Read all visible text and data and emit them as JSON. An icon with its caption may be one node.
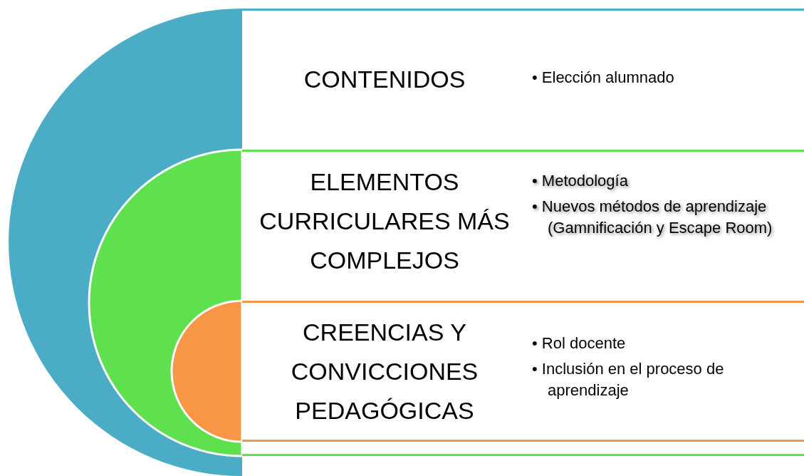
{
  "diagram": {
    "nodes": [
      {
        "text": [
          "CONTENIDOS",
          "• Elección alumnado"
        ]
      },
      {
        "text": [
          "ELEMENTOS CURRICULARES MÁS COMPLEJOS",
          "• Metodología",
          "• Nuevos métodos de aprendizaje (Gamnificación y Escape Room)"
        ],
        "in": 0
      },
      {
        "text": [
          "CREENCIAS Y CONVICCIONES PEDAGÓGICAS",
          "• Rol docente",
          "• Inclusión en el proceso de aprendizaje"
        ],
        "in": 1
      }
    ]
  }
}
